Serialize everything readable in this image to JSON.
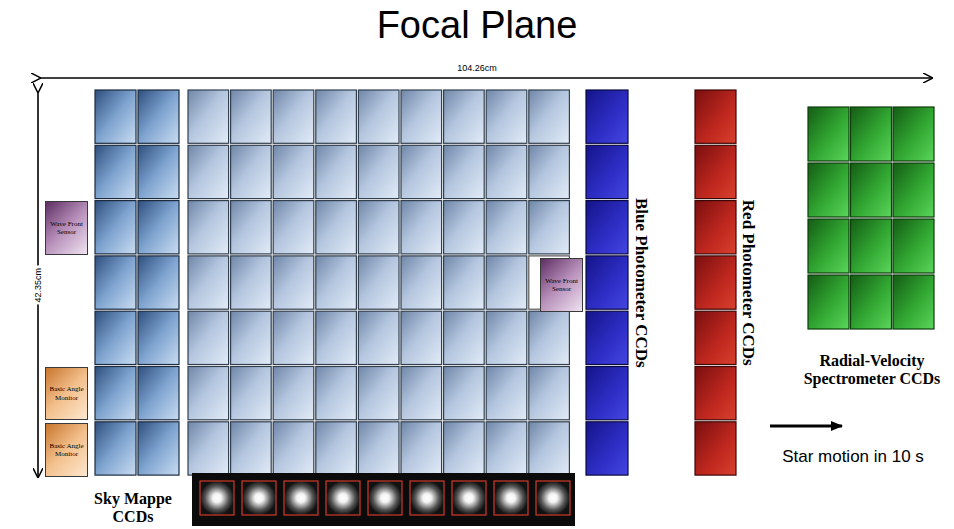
{
  "diagram": {
    "title": "Focal Plane",
    "nodes": [
      {
        "text": [
          "Wave Front Sensor"
        ]
      },
      {
        "text": [
          "Wave Front Sensor"
        ]
      },
      {
        "text": [
          "Basic Angle Monitor"
        ]
      },
      {
        "text": [
          "Basic Angle Monitor"
        ]
      }
    ],
    "labels": [
      "104.26cm",
      "42.35cm",
      "Blue Photometer CCDs",
      "Red Photometer CCDs",
      "Radial-Velocity Spectrometer CCDs",
      "Sky Mappe CCDs",
      "Star motion in 10 s"
    ]
  }
}
